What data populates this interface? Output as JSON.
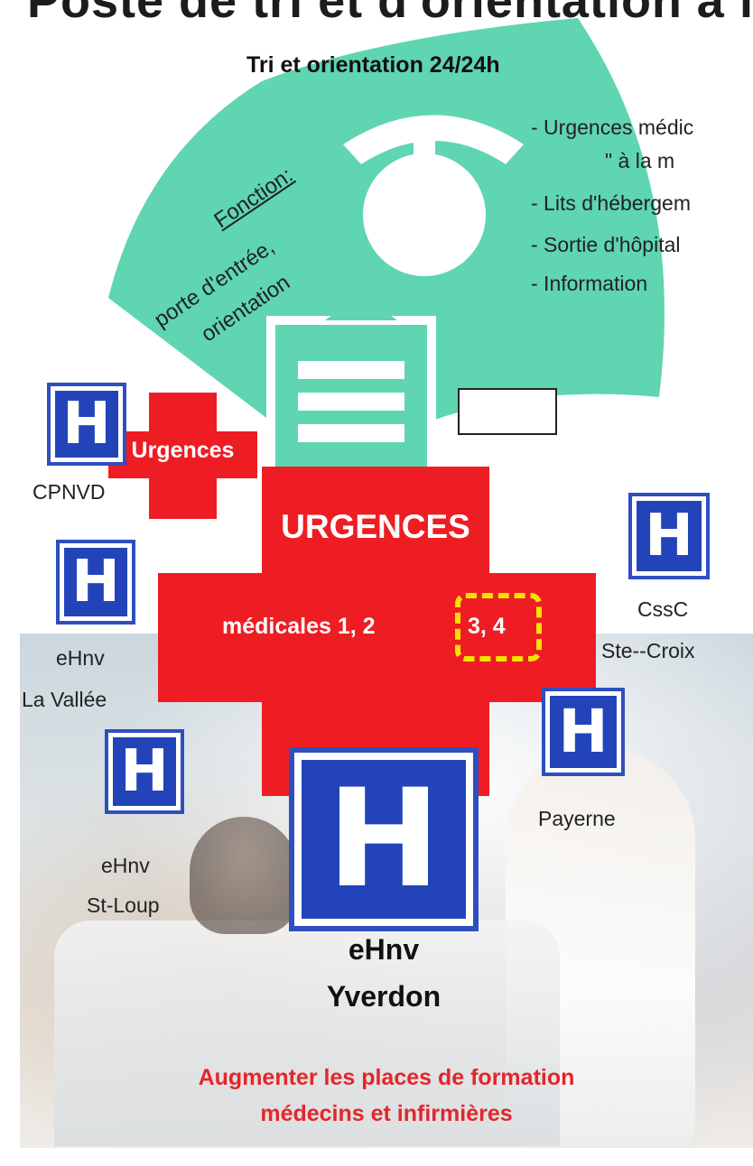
{
  "header": {
    "title_fragment": "Poste de tri et d'orientation à l'hôpital"
  },
  "fan": {
    "title": "Tri et orientation 24/24h",
    "function_label": "Fonction:",
    "function_line1": "porte d'entrée,",
    "function_line2": "orientation",
    "list": [
      "- Urgences médic",
      "\"         à la m",
      "- Lits d'hébergem",
      "- Sortie d'hôpital",
      "- Information"
    ]
  },
  "small_cross": {
    "label": "Urgences"
  },
  "big_cross": {
    "title": "URGENCES",
    "subtitle": "médicales  1, 2",
    "highlight": "3, 4"
  },
  "hospitals": {
    "cpnvd": "CPNVD",
    "vallee_1": "eHnv",
    "vallee_2": "La Vallée",
    "stloup_1": "eHnv",
    "stloup_2": "St-Loup",
    "cssc_1": "CssC",
    "cssc_2": "Ste--Croix",
    "payerne": "Payerne",
    "yverdon_1": "eHnv",
    "yverdon_2": "Yverdon"
  },
  "sign_letter": "H",
  "footer": {
    "line1": "Augmenter les places de formation",
    "line2": "médecins et infirmières"
  },
  "colors": {
    "teal": "#5fd5b2",
    "red": "#ee1d23",
    "blue": "#2344b9",
    "yellow": "#f5e100",
    "footer_red": "#e3262b"
  }
}
